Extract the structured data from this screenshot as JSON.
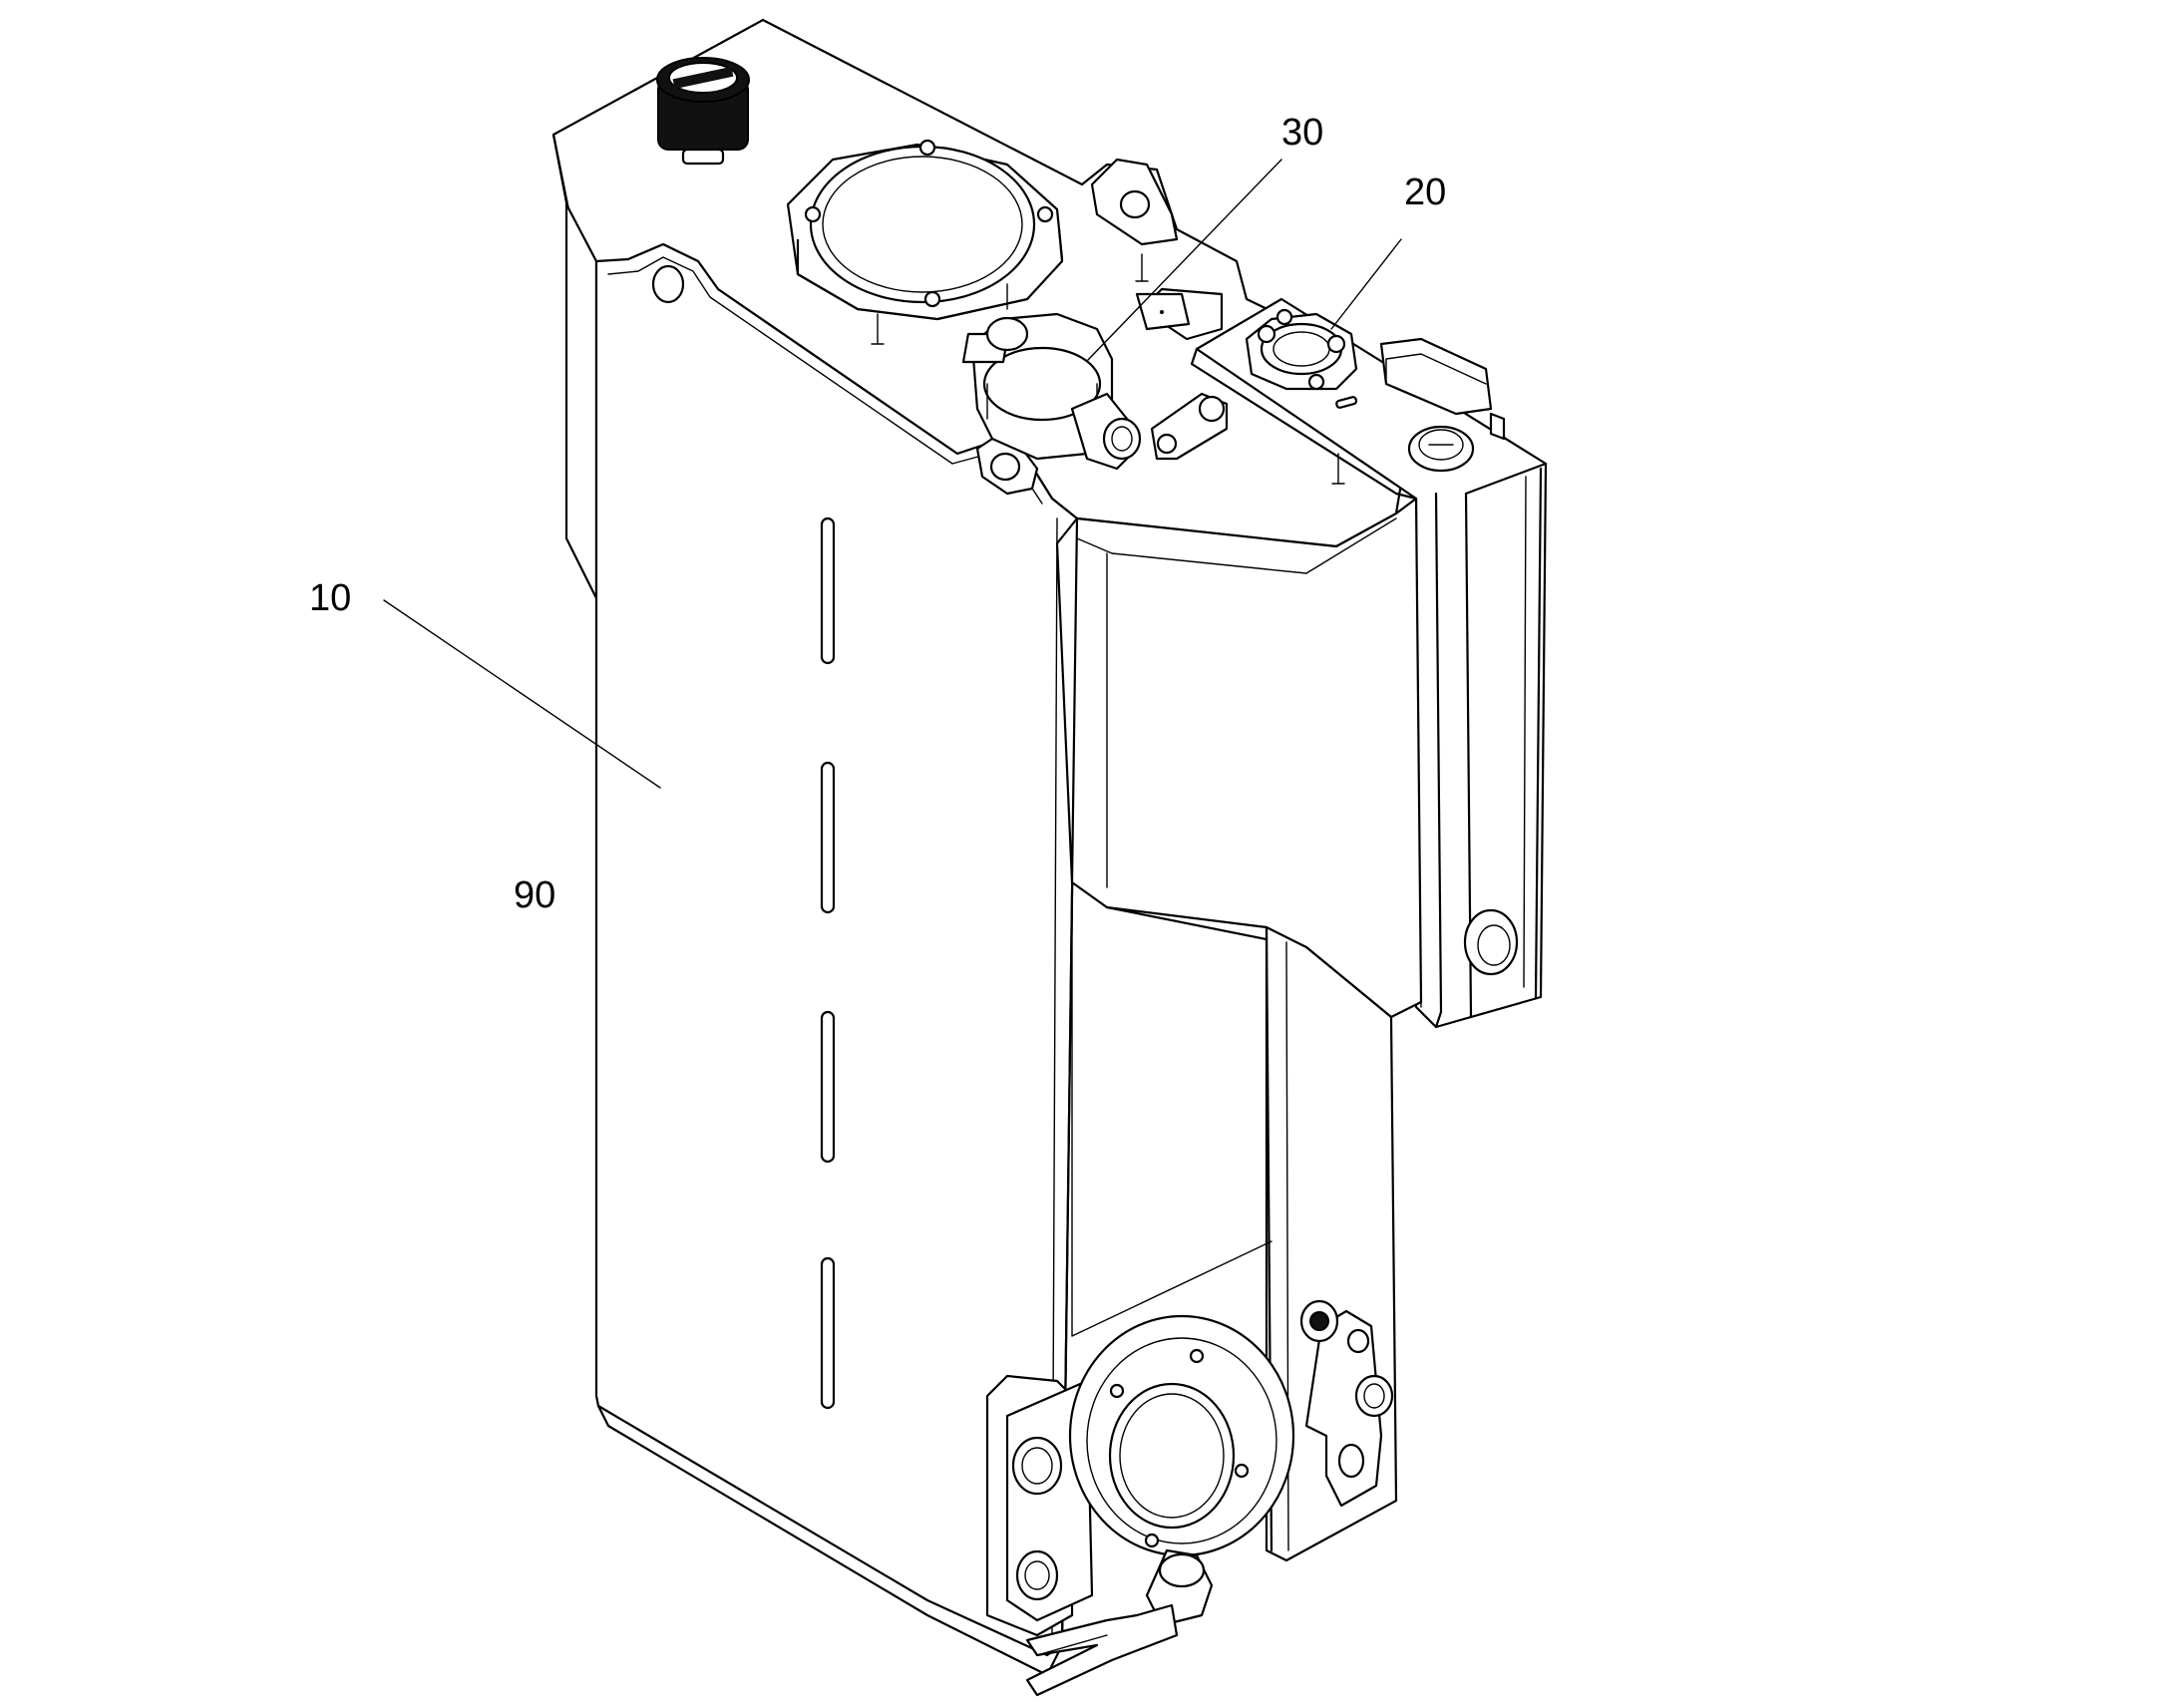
{
  "figure": {
    "reference_labels": {
      "label_10": "10",
      "label_20": "20",
      "label_30": "30",
      "label_90": "90"
    },
    "line_color": "#000000",
    "background_color": "#ffffff"
  }
}
